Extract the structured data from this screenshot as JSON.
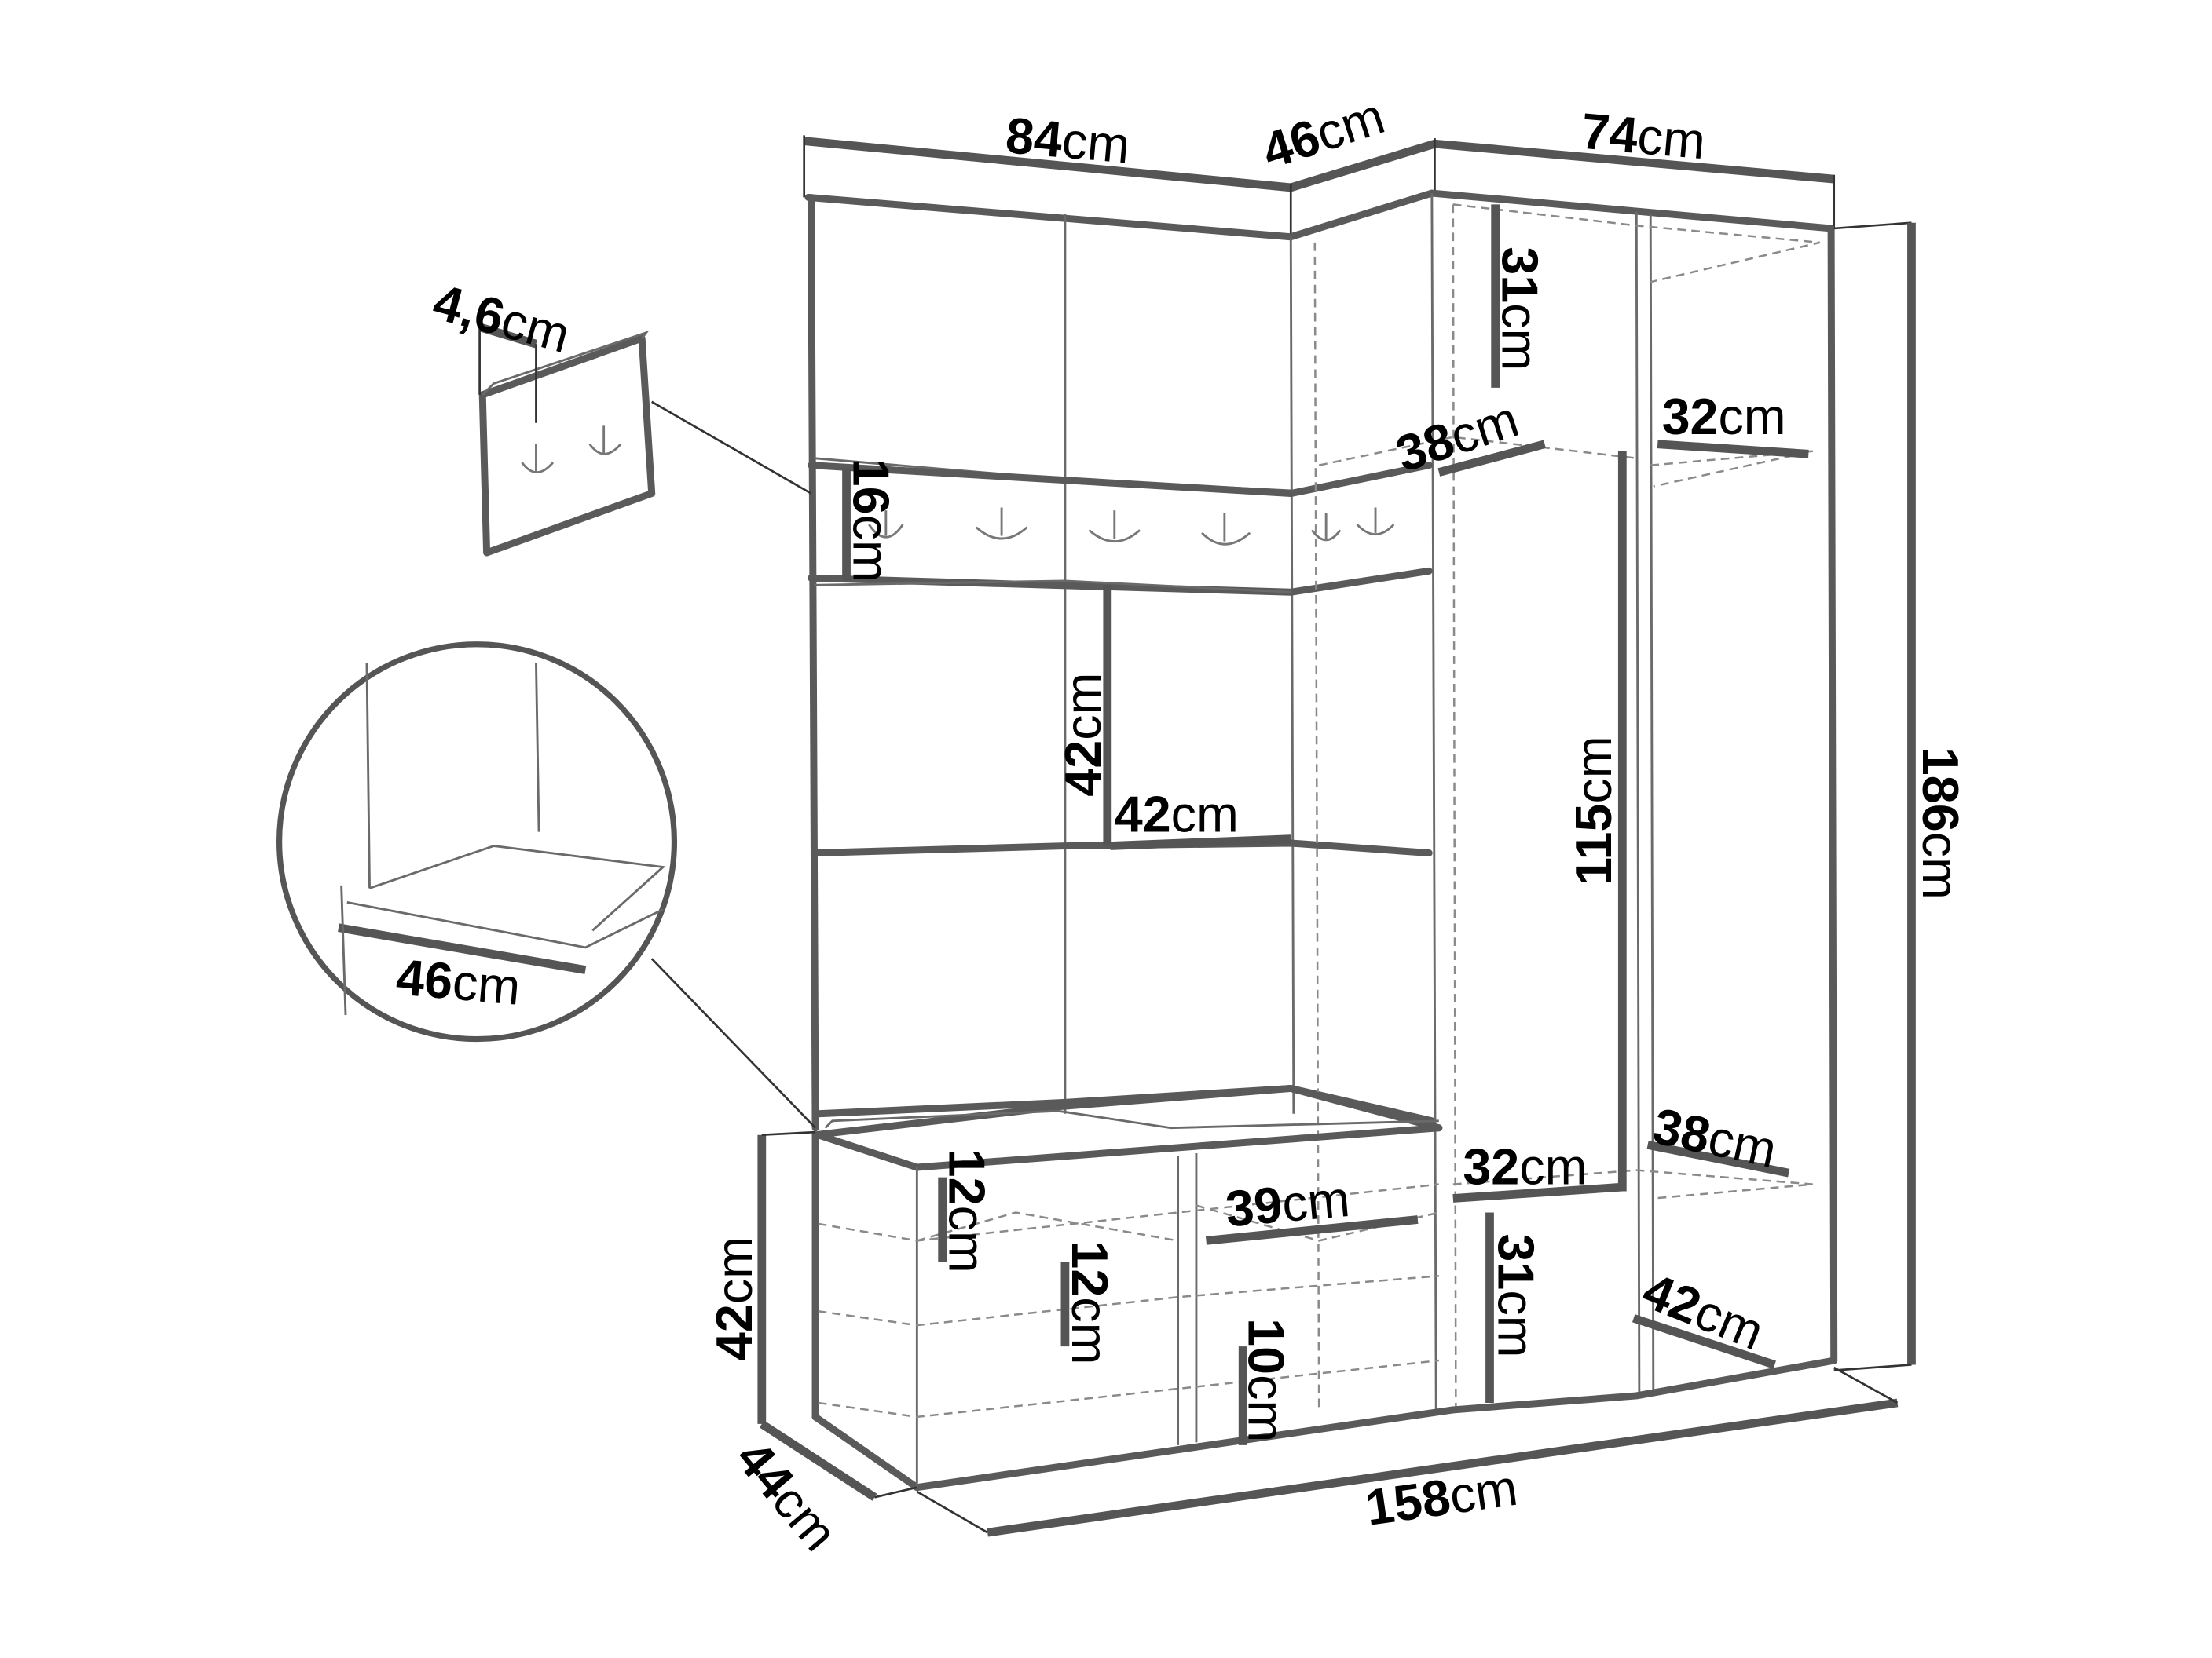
{
  "dimensions": {
    "top_left_width": {
      "value": "84",
      "unit": "cm"
    },
    "corner_width": {
      "value": "46",
      "unit": "cm"
    },
    "top_right_width": {
      "value": "74",
      "unit": "cm"
    },
    "hook_panel_thickness": {
      "value": "4,6",
      "unit": "cm"
    },
    "upper_shelf_height": {
      "value": "31",
      "unit": "cm"
    },
    "corner_shelf_depth": {
      "value": "38",
      "unit": "cm"
    },
    "right_shelf_top_depth": {
      "value": "32",
      "unit": "cm"
    },
    "hook_rail_height": {
      "value": "16",
      "unit": "cm"
    },
    "panel_height": {
      "value": "42",
      "unit": "cm"
    },
    "panel_width": {
      "value": "42",
      "unit": "cm"
    },
    "wardrobe_height": {
      "value": "115",
      "unit": "cm"
    },
    "total_height": {
      "value": "186",
      "unit": "cm"
    },
    "seat_cushion_width": {
      "value": "46",
      "unit": "cm"
    },
    "right_lower_shelf_depth": {
      "value": "38",
      "unit": "cm"
    },
    "middle_shelf_depth": {
      "value": "32",
      "unit": "cm"
    },
    "bench_compartment_height_1": {
      "value": "12",
      "unit": "cm"
    },
    "bench_compartment_height_2": {
      "value": "12",
      "unit": "cm"
    },
    "bench_shelf_width": {
      "value": "39",
      "unit": "cm"
    },
    "bench_height": {
      "value": "42",
      "unit": "cm"
    },
    "bench_low_compartment": {
      "value": "10",
      "unit": "cm"
    },
    "lower_shelf_height": {
      "value": "31",
      "unit": "cm"
    },
    "bottom_right_depth": {
      "value": "42",
      "unit": "cm"
    },
    "depth": {
      "value": "44",
      "unit": "cm"
    },
    "total_width": {
      "value": "158",
      "unit": "cm"
    }
  }
}
